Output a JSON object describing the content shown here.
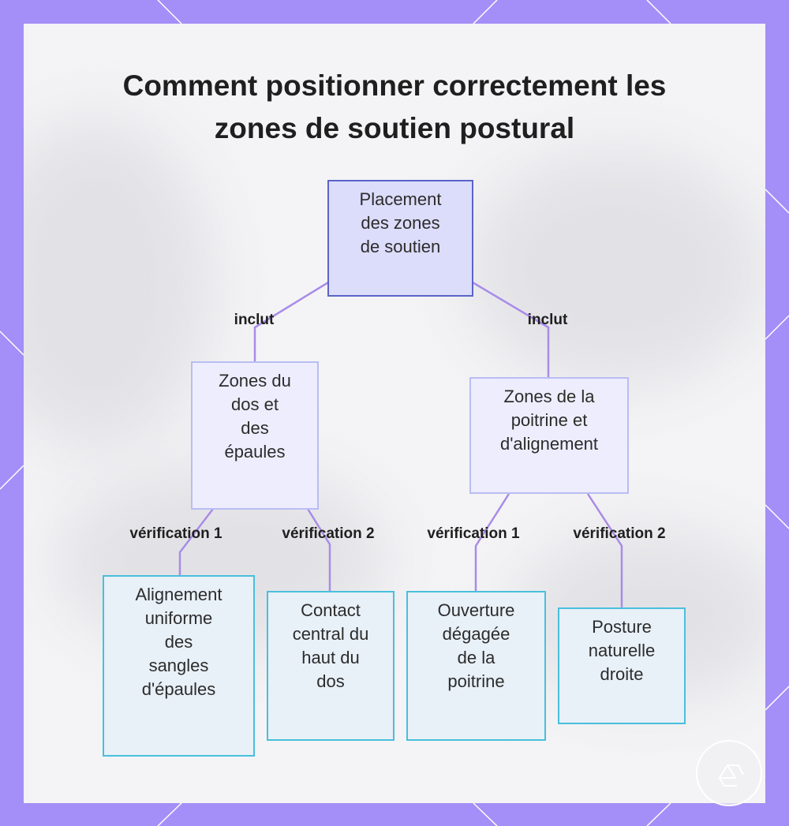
{
  "title": {
    "line1": "Comment positionner correctement les",
    "line2": "zones de soutien postural"
  },
  "nodes": {
    "root": "Placement\ndes zones\nde soutien",
    "left": "Zones du\ndos et\ndes\népaules",
    "right": "Zones de la\npoitrine et\nd'alignement",
    "leaf1": "Alignement\nuniforme\ndes\nsangles\nd'épaules",
    "leaf2": "Contact\ncentral du\nhaut du\ndos",
    "leaf3": "Ouverture\ndégagée\nde la\npoitrine",
    "leaf4": "Posture\nnaturelle\ndroite"
  },
  "edges": {
    "root_left": "inclut",
    "root_right": "inclut",
    "left_leaf1": "vérification 1",
    "left_leaf2": "vérification 2",
    "right_leaf3": "vérification 1",
    "right_leaf4": "vérification 2"
  },
  "colors": {
    "frame": "#a48ef7",
    "edge": "#a98be8",
    "root_fill": "#dcdcfb",
    "leaf_border": "#49bfdc"
  }
}
